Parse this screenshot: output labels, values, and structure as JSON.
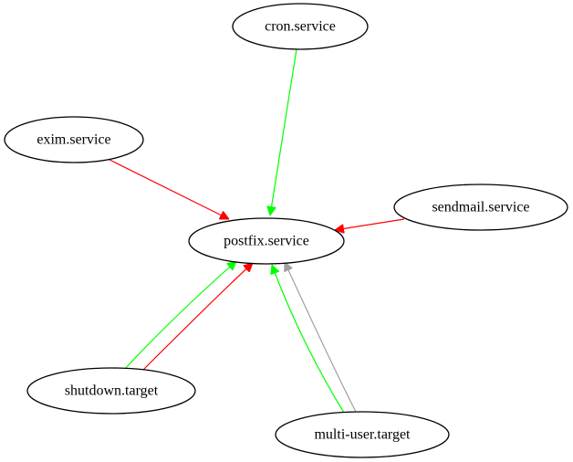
{
  "graph": {
    "nodes": [
      {
        "id": "cron",
        "label": "cron.service"
      },
      {
        "id": "exim",
        "label": "exim.service"
      },
      {
        "id": "sendmail",
        "label": "sendmail.service"
      },
      {
        "id": "postfix",
        "label": "postfix.service"
      },
      {
        "id": "shutdown",
        "label": "shutdown.target"
      },
      {
        "id": "multiuser",
        "label": "multi-user.target"
      }
    ],
    "edge_colors": {
      "green": "#00ff00",
      "red": "#ff0000",
      "gray": "#a0a0a0"
    },
    "edges": [
      {
        "from": "cron",
        "to": "postfix",
        "color": "green"
      },
      {
        "from": "exim",
        "to": "postfix",
        "color": "red"
      },
      {
        "from": "sendmail",
        "to": "postfix",
        "color": "red"
      },
      {
        "from": "shutdown",
        "to": "postfix",
        "color": "green"
      },
      {
        "from": "shutdown",
        "to": "postfix",
        "color": "red"
      },
      {
        "from": "multiuser",
        "to": "postfix",
        "color": "green"
      },
      {
        "from": "multiuser",
        "to": "postfix",
        "color": "gray"
      }
    ]
  }
}
